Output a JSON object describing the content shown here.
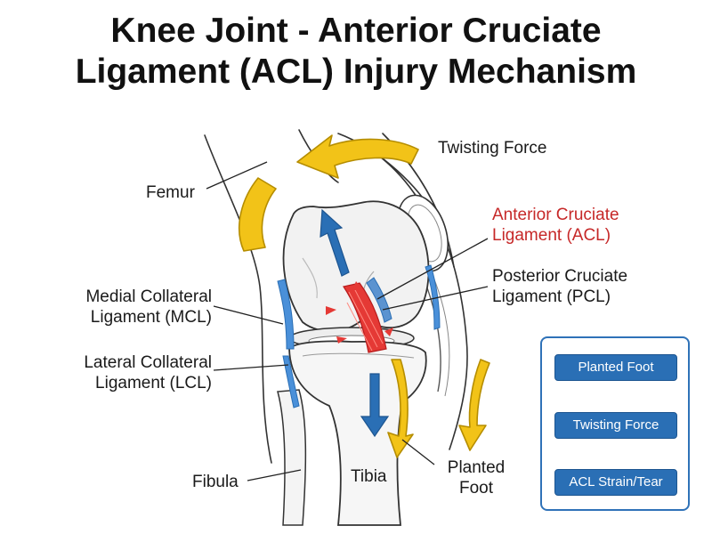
{
  "title": {
    "line1": "Knee Joint - Anterior Cruciate",
    "line2": "Ligament (ACL) Injury Mechanism"
  },
  "labels": {
    "twisting_force": "Twisting Force",
    "femur": "Femur",
    "acl_line1": "Anterior Cruciate",
    "acl_line2": "Ligament (ACL)",
    "pcl_line1": "Posterior Cruciate",
    "pcl_line2": "Ligament (PCL)",
    "mcl_line1": "Medial Collateral",
    "mcl_line2": "Ligament (MCL)",
    "lcl_line1": "Lateral Collateral",
    "lcl_line2": "Ligament (LCL)",
    "fibula": "Fibula",
    "tibia": "Tibia",
    "planted_line1": "Planted",
    "planted_line2": "Foot"
  },
  "flowchart": {
    "steps": [
      "Planted Foot",
      "Twisting Force",
      "ACL Strain/Tear"
    ]
  },
  "colors": {
    "force_arrow": "#f2c318",
    "direction_arrow": "#2a6fb5",
    "acl": "#e53935",
    "collateral_ligament": "#4a90d9",
    "flowchart_box": "#2a6fb5",
    "acl_label": "#c62828"
  }
}
